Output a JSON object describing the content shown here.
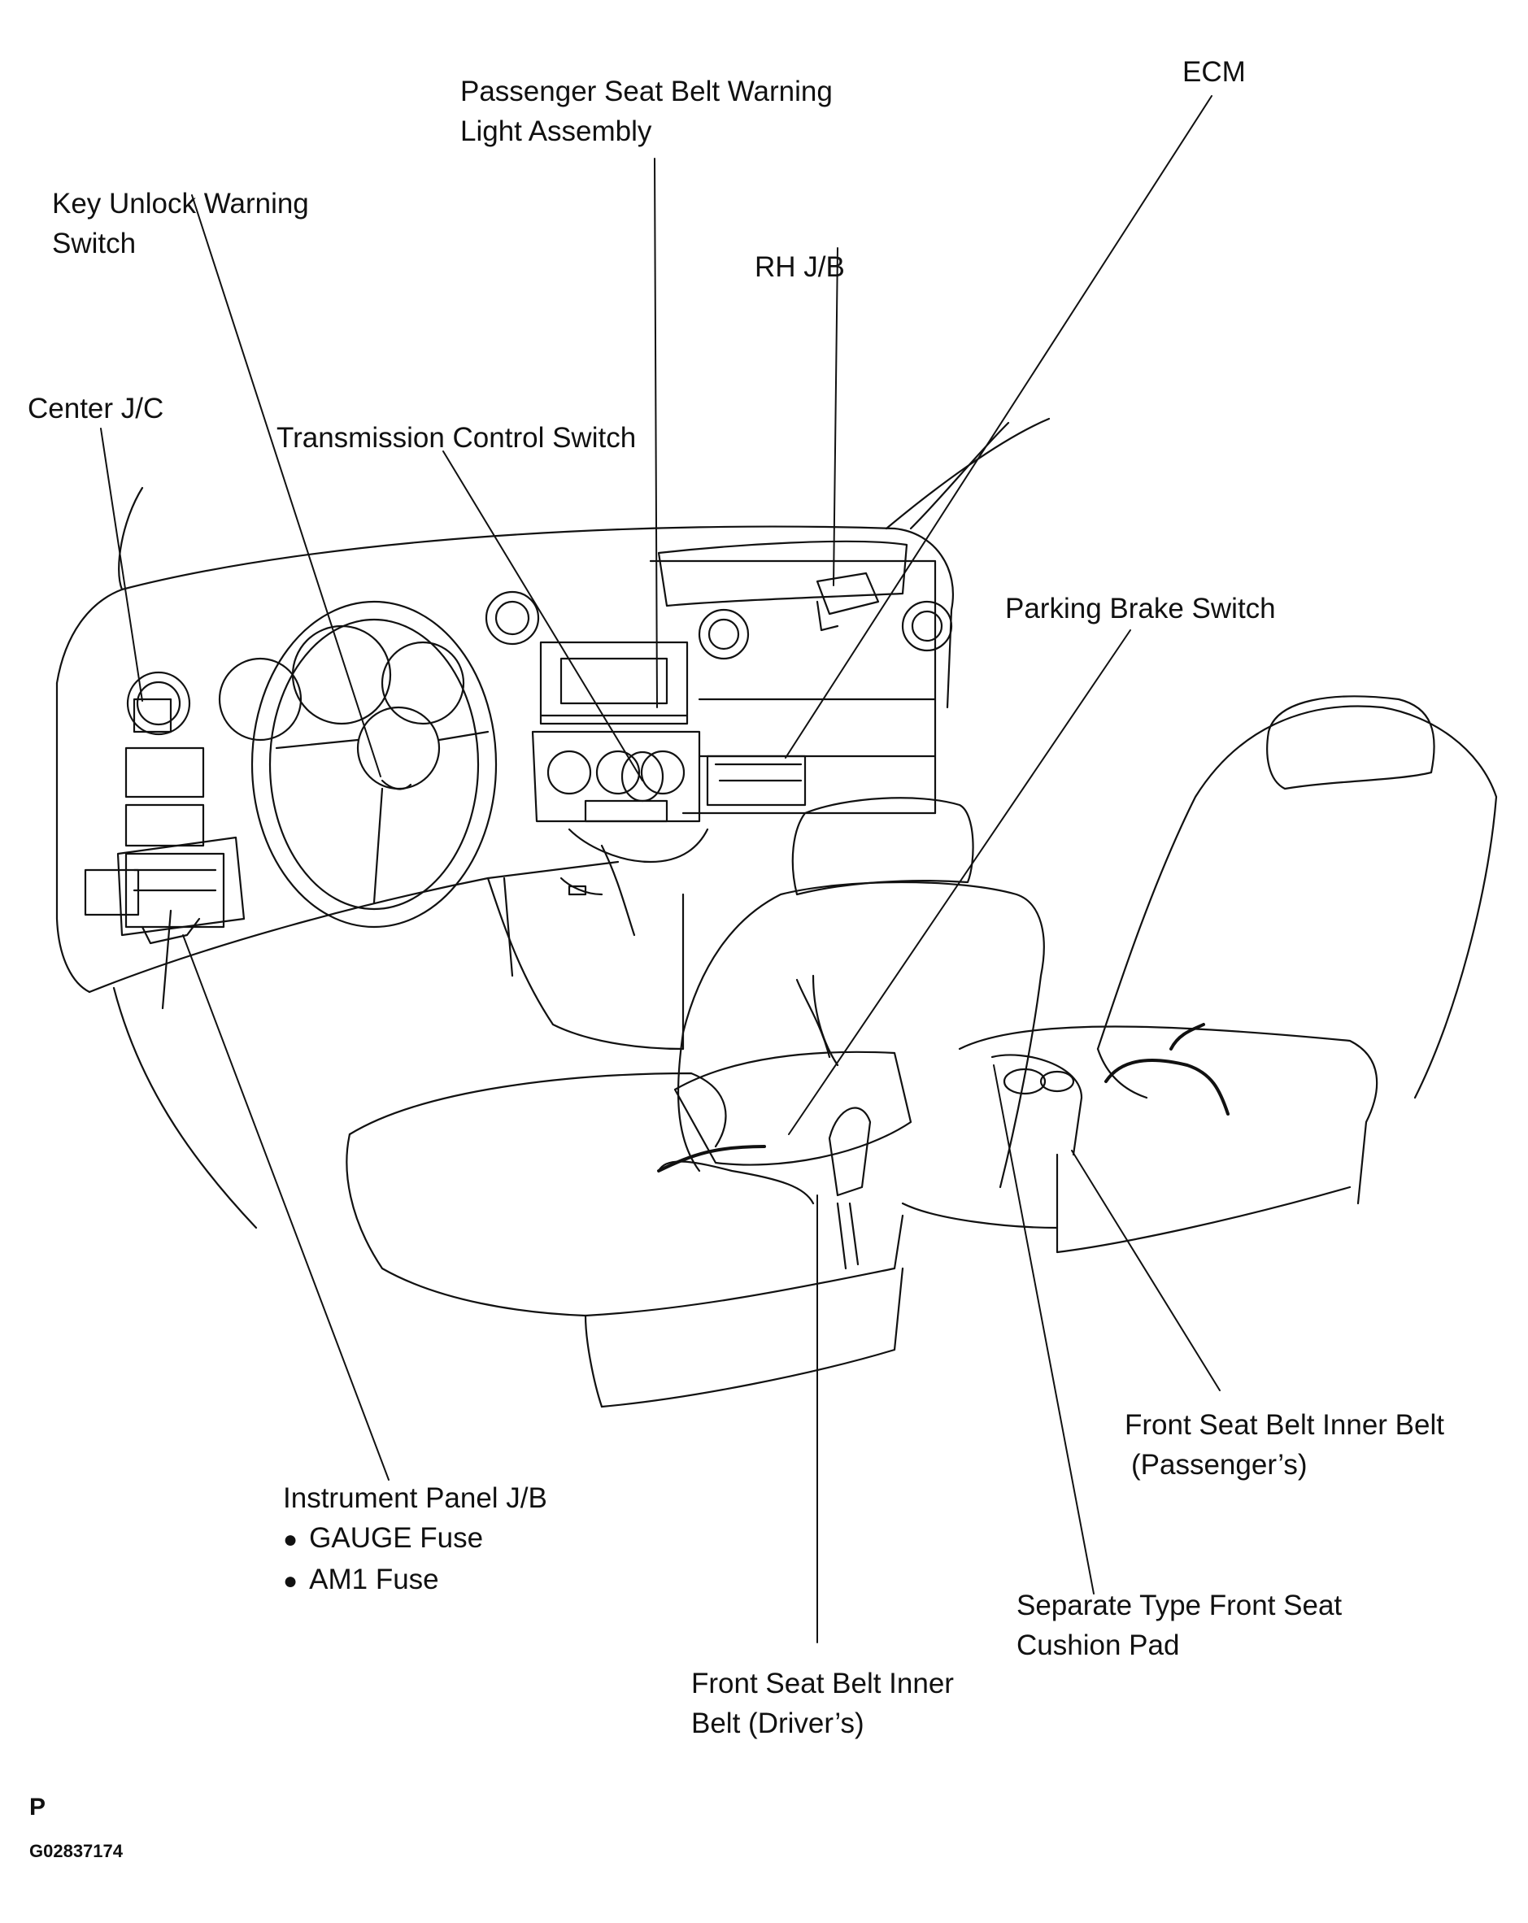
{
  "labels": {
    "passenger_warning_light": [
      "Passenger Seat Belt Warning",
      "Light Assembly"
    ],
    "ecm": "ECM",
    "key_unlock": [
      "Key Unlock Warning",
      "Switch"
    ],
    "rh_jb": "RH J/B",
    "center_jc": "Center J/C",
    "transmission_switch": "Transmission Control Switch",
    "parking_brake": "Parking Brake Switch",
    "instrument_panel_jb": {
      "title": "Instrument Panel J/B",
      "items": [
        "GAUGE Fuse",
        "AM1 Fuse"
      ]
    },
    "inner_belt_passenger": [
      "Front Seat Belt Inner Belt",
      "(Passenger’s)"
    ],
    "cushion_pad": [
      "Separate Type Front Seat",
      "Cushion Pad"
    ],
    "inner_belt_driver": [
      "Front Seat Belt Inner",
      "Belt (Driver’s)"
    ]
  },
  "footer": {
    "code": "P",
    "figure_id": "G02837174"
  },
  "line_color": "#111111"
}
